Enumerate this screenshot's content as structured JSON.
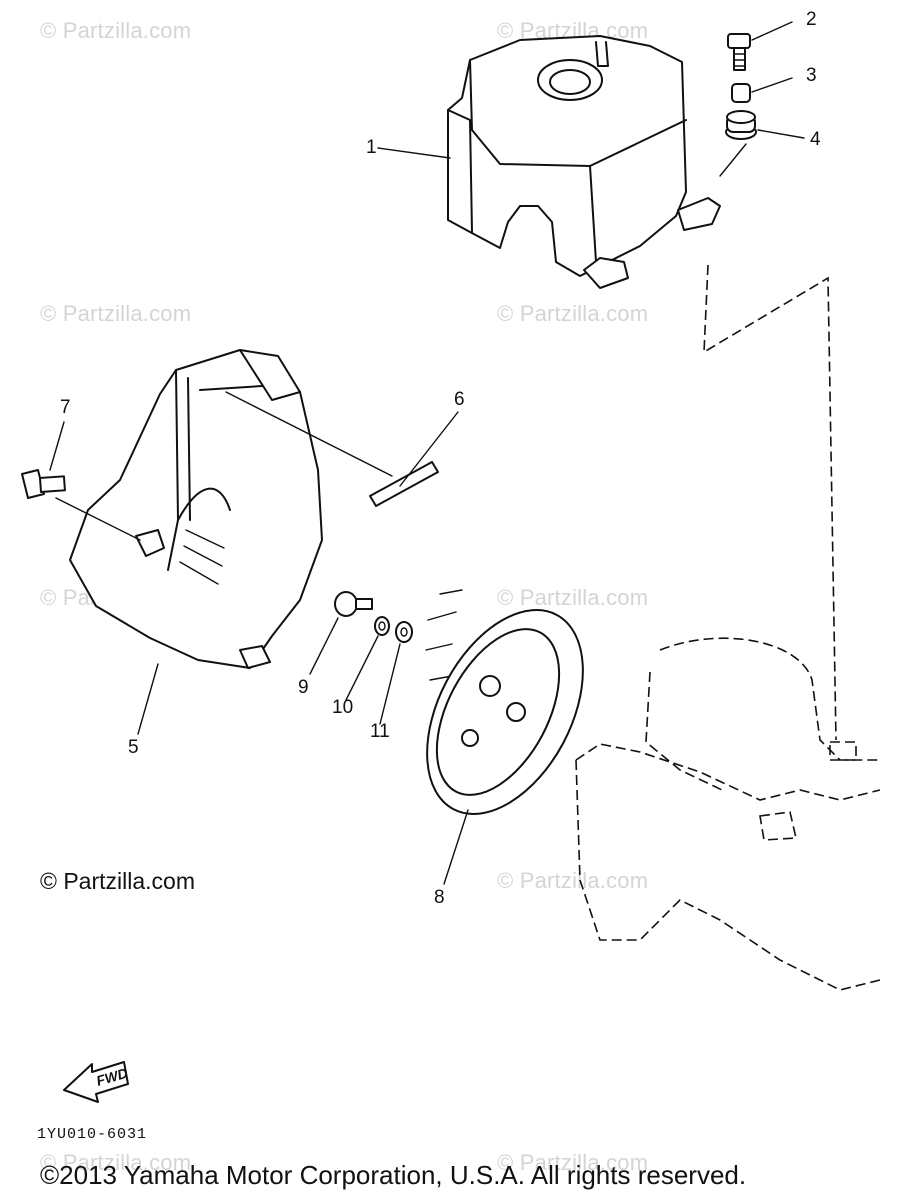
{
  "watermarks": [
    "© Partzilla.com",
    "© Partzilla.com",
    "© Partzilla.com",
    "© Partzilla.com",
    "© Partzilla.com",
    "© Partzilla.com",
    "© Partzilla.com",
    "© Partzilla.com",
    "© Partzilla.com"
  ],
  "callouts": [
    "1",
    "2",
    "3",
    "4",
    "5",
    "6",
    "7",
    "8",
    "9",
    "10",
    "11"
  ],
  "copyright_mark": "© Partzilla.com",
  "fwd_label": "FWD",
  "diagram_code": "1YU010-6031",
  "footer": "©2013 Yamaha Motor Corporation, U.S.A. All rights reserved."
}
